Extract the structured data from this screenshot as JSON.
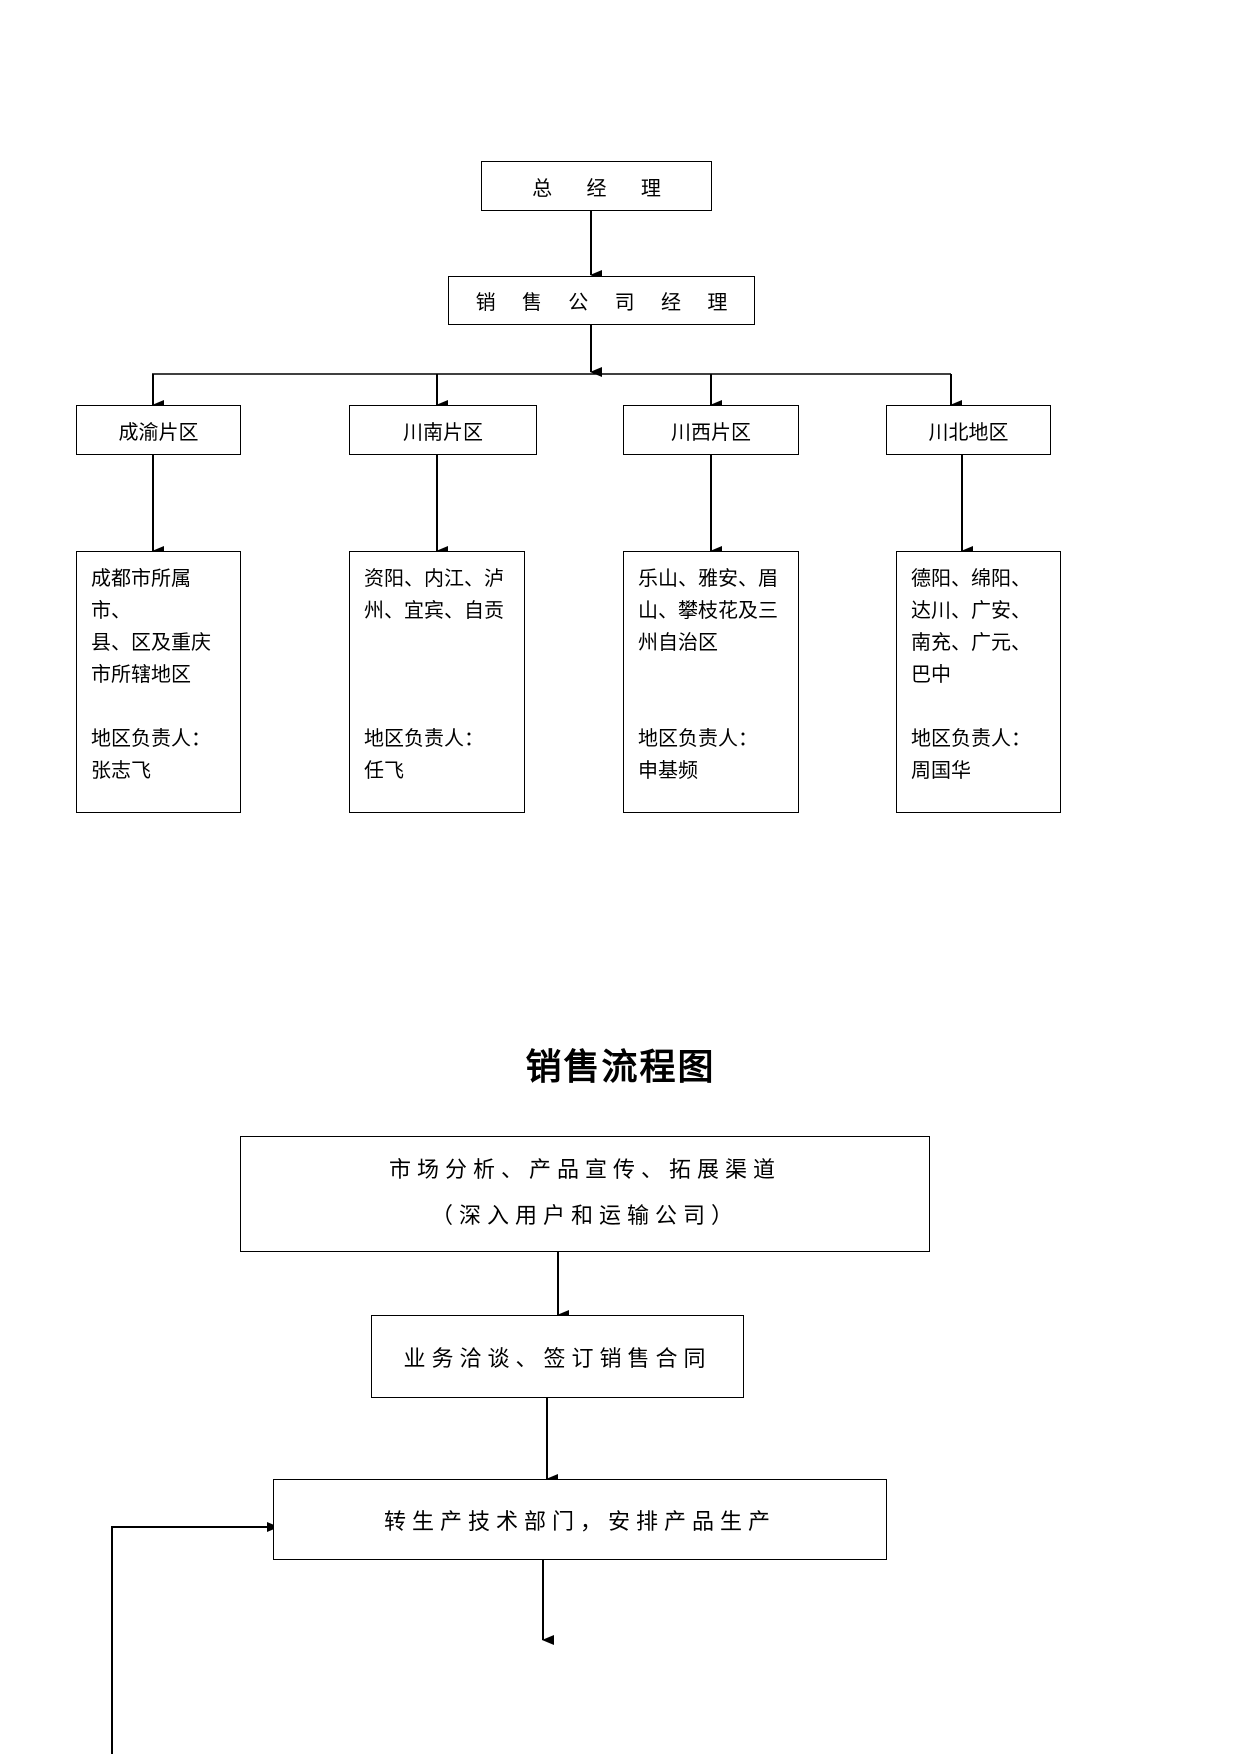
{
  "org_chart": {
    "top": "总 经 理",
    "sales_manager": "销 售 公 司 经 理",
    "regions": [
      {
        "name": "成渝片区",
        "lines": [
          "成都市所属市、",
          "县、区及重庆",
          "市所辖地区"
        ],
        "head_label": "地区负责人：",
        "head": "张志飞"
      },
      {
        "name": "川南片区",
        "lines": [
          "资阳、内江、泸",
          "州、宜宾、自贡"
        ],
        "head_label": "地区负责人：",
        "head": "任飞"
      },
      {
        "name": "川西片区",
        "lines": [
          "乐山、雅安、眉",
          "山、攀枝花及三",
          "州自治区"
        ],
        "head_label": "地区负责人：",
        "head": "申基频"
      },
      {
        "name": "川北地区",
        "lines": [
          "德阳、绵阳、",
          "达川、广安、",
          "南充、广元、",
          "巴中"
        ],
        "head_label": "地区负责人：",
        "head": "周国华"
      }
    ]
  },
  "flow": {
    "title": "销售流程图",
    "step1_line1": "市场分析、产品宣传、拓展渠道",
    "step1_line2": "（深入用户和运输公司）",
    "step2": "业务洽谈、签订销售合同",
    "step3": "转生产技术部门，安排产品生产"
  }
}
